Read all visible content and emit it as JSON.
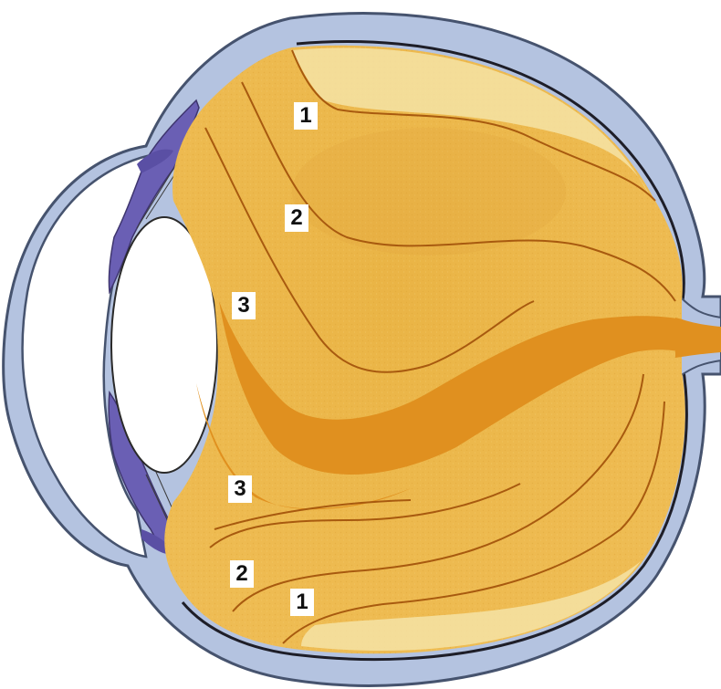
{
  "labels": {
    "top_1": "1",
    "top_2": "2",
    "top_3": "3",
    "bottom_3": "3",
    "bottom_2": "2",
    "bottom_1": "1"
  },
  "colors": {
    "sclera": "#b4c3e0",
    "sclera_outline": "#46536e",
    "vitreous": "#ebb545",
    "vitreous_light": "#f5e3a6",
    "central_canal": "#e0901f",
    "tract_lines": "#a85a0f",
    "ciliary": "#6a5fb4",
    "lens": "#ffffff"
  }
}
